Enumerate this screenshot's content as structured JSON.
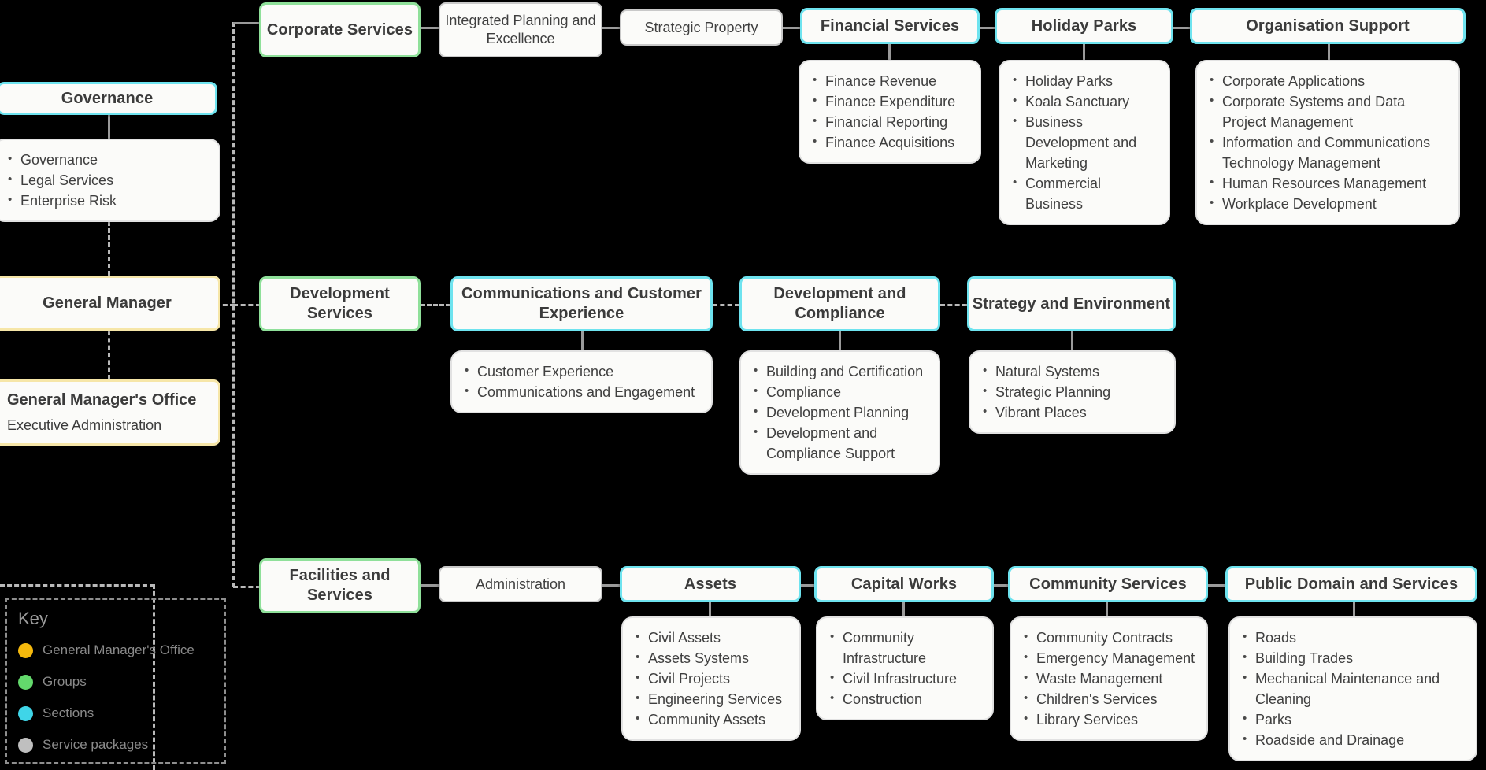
{
  "key": {
    "title": "Key",
    "items": [
      {
        "label": "General Manager's Office",
        "color": "#f5b90d"
      },
      {
        "label": "Groups",
        "color": "#63d96c"
      },
      {
        "label": "Sections",
        "color": "#3fd5e8"
      },
      {
        "label": "Service packages",
        "color": "#bfbfbf"
      }
    ]
  },
  "left_column": {
    "governance": {
      "title": "Governance",
      "kind": "section",
      "services": [
        "Governance",
        "Legal Services",
        "Enterprise Risk"
      ]
    },
    "general_manager": {
      "title": "General Manager",
      "kind": "gmo"
    },
    "general_managers_office": {
      "title": "General Manager's Office",
      "subtitle": "Executive Administration",
      "kind": "gmo"
    }
  },
  "rows": [
    {
      "name": "corporate-services-row",
      "group": {
        "title": "Corporate Services",
        "kind": "group"
      },
      "nodes": [
        {
          "title": "Integrated Planning and Excellence",
          "kind": "package",
          "services": []
        },
        {
          "title": "Strategic Property",
          "kind": "package",
          "services": []
        },
        {
          "title": "Financial Services",
          "kind": "section",
          "services": [
            "Finance Revenue",
            "Finance Expenditure",
            "Financial Reporting",
            "Finance Acquisitions"
          ]
        },
        {
          "title": "Holiday Parks",
          "kind": "section",
          "services": [
            "Holiday Parks",
            "Koala Sanctuary",
            "Business Development and Marketing",
            "Commercial Business"
          ]
        },
        {
          "title": "Organisation Support",
          "kind": "section",
          "services": [
            "Corporate Applications",
            "Corporate Systems and Data Project Management",
            "Information and Communications Technology Management",
            "Human Resources Management",
            "Workplace Development"
          ]
        }
      ]
    },
    {
      "name": "development-services-row",
      "group": {
        "title": "Development Services",
        "kind": "group"
      },
      "nodes": [
        {
          "title": "Communications and Customer Experience",
          "kind": "section",
          "services": [
            "Customer Experience",
            "Communications and Engagement"
          ]
        },
        {
          "title": "Development and Compliance",
          "kind": "section",
          "services": [
            "Building and Certification",
            "Compliance",
            "Development Planning",
            "Development and Compliance Support"
          ]
        },
        {
          "title": "Strategy and Environment",
          "kind": "section",
          "services": [
            "Natural Systems",
            "Strategic Planning",
            "Vibrant Places"
          ]
        }
      ]
    },
    {
      "name": "facilities-and-services-row",
      "group": {
        "title": "Facilities and Services",
        "kind": "group"
      },
      "nodes": [
        {
          "title": "Administration",
          "kind": "package",
          "services": []
        },
        {
          "title": "Assets",
          "kind": "section",
          "services": [
            "Civil Assets",
            "Assets Systems",
            "Civil Projects",
            "Engineering Services",
            "Community Assets"
          ]
        },
        {
          "title": "Capital Works",
          "kind": "section",
          "services": [
            "Community Infrastructure",
            "Civil Infrastructure",
            "Construction"
          ]
        },
        {
          "title": "Community Services",
          "kind": "section",
          "services": [
            "Community Contracts",
            "Emergency Management",
            "Waste Management",
            "Children's Services",
            "Library Services"
          ]
        },
        {
          "title": "Public Domain and Services",
          "kind": "section",
          "services": [
            "Roads",
            "Building Trades",
            "Mechanical Maintenance and Cleaning",
            "Parks",
            "Roadside and Drainage"
          ]
        }
      ]
    }
  ]
}
